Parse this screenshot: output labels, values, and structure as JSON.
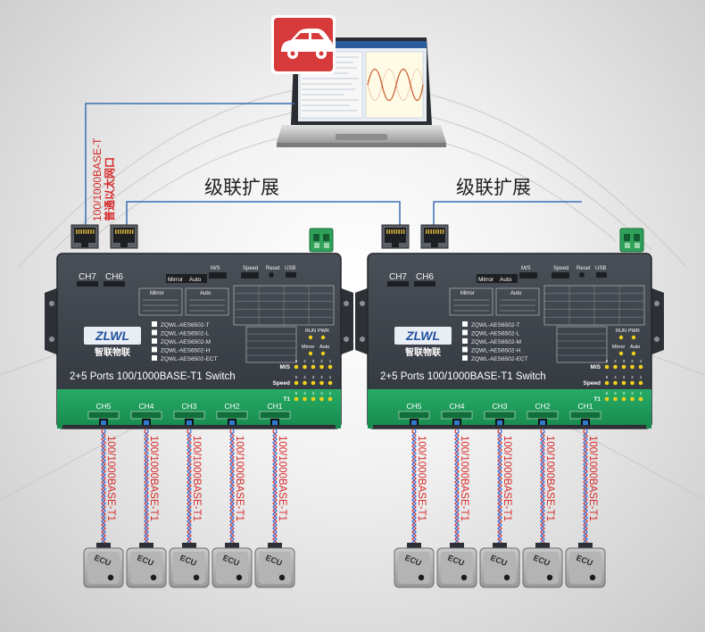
{
  "uplink": {
    "label_line1": "100/1000BASE-T",
    "label_line2": "普通以太网口"
  },
  "cascade_label": "级联扩展",
  "switches": [
    {
      "brand_logo": "ZLWL",
      "brand_chinese": "智联物联",
      "title": "2+5 Ports 100/1000BASE-T1 Switch",
      "rj45_ports": [
        "CH7",
        "CH6"
      ],
      "t1_ports": [
        "CH5",
        "CH4",
        "CH3",
        "CH2",
        "CH1"
      ],
      "models": [
        "ZQWL-AES6502-T",
        "ZQWL-AES6502-L",
        "ZQWL-AES6502-M",
        "ZQWL-AES6502-H",
        "ZQWL-AES6502-ECT"
      ],
      "switch_labels": [
        "M/S",
        "Speed",
        "Reset",
        "USB"
      ],
      "mode_labels": [
        "Mirror",
        "Auto"
      ],
      "status_labels": [
        "M/S",
        "Speed",
        "T1"
      ],
      "led_labels": [
        "RUN",
        "PWR",
        "Mirror",
        "Auto"
      ],
      "led_numbers": [
        "5",
        "4",
        "3",
        "2",
        "1"
      ]
    },
    {
      "brand_logo": "ZLWL",
      "brand_chinese": "智联物联",
      "title": "2+5 Ports 100/1000BASE-T1 Switch",
      "rj45_ports": [
        "CH7",
        "CH6"
      ],
      "t1_ports": [
        "CH5",
        "CH4",
        "CH3",
        "CH2",
        "CH1"
      ],
      "models": [
        "ZQWL-AES6502-T",
        "ZQWL-AES6502-L",
        "ZQWL-AES6502-M",
        "ZQWL-AES6502-H",
        "ZQWL-AES6502-ECT"
      ],
      "switch_labels": [
        "M/S",
        "Speed",
        "Reset",
        "USB"
      ],
      "mode_labels": [
        "Mirror",
        "Auto"
      ],
      "status_labels": [
        "M/S",
        "Speed",
        "T1"
      ],
      "led_labels": [
        "RUN",
        "PWR",
        "Mirror",
        "Auto"
      ],
      "led_numbers": [
        "5",
        "4",
        "3",
        "2",
        "1"
      ]
    }
  ],
  "cable_label": "100/1000BASE-T1",
  "ecu_label": "ECU",
  "colors": {
    "switch_body": "#3b4048",
    "switch_green": "#1f9b5a",
    "connector_green": "#2fa25a",
    "uplink_line": "#3a6fb0",
    "cable_label": "#d62a2a",
    "car_icon_bg": "#d73a3a",
    "led": "#f0d21a"
  }
}
